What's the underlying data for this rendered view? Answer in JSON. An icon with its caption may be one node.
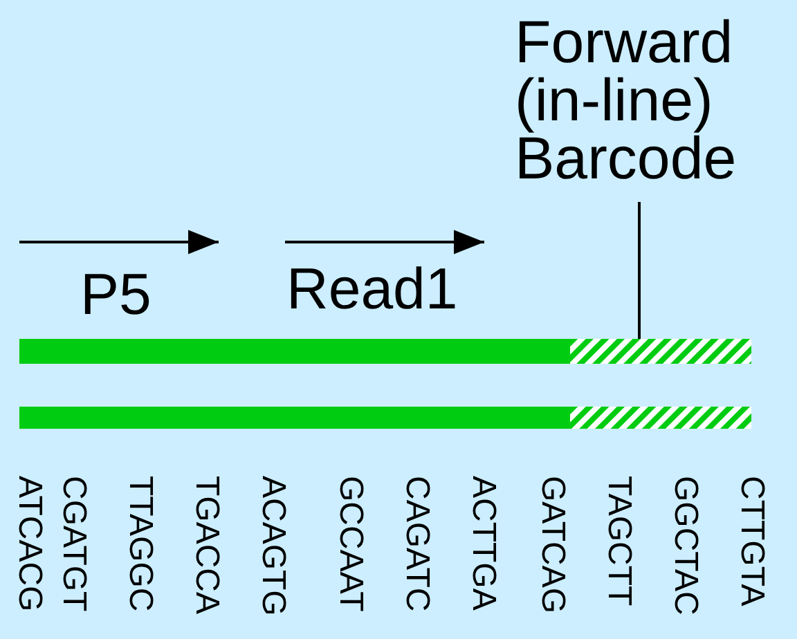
{
  "diagram": {
    "nodes": [
      {
        "text": [
          "Forward (in-line) Barcode"
        ]
      },
      {
        "text": [],
        "shape": "bar"
      },
      {
        "text": [],
        "shape": "bar"
      },
      {
        "text": [],
        "shape": "bar"
      },
      {
        "text": [],
        "shape": "bar"
      }
    ],
    "edges": [
      {
        "from": 0,
        "to": 2,
        "arrow": "none"
      }
    ],
    "labels": [
      "P5",
      "Read1",
      "ATCACG",
      "CGATGT",
      "TTAGGC",
      "TGACCA",
      "ACAGTG",
      "GCCAAT",
      "CAGATC",
      "ACTTGA",
      "GATCAG",
      "TAGCTT",
      "GGCTAC",
      "CTTGTA"
    ]
  }
}
